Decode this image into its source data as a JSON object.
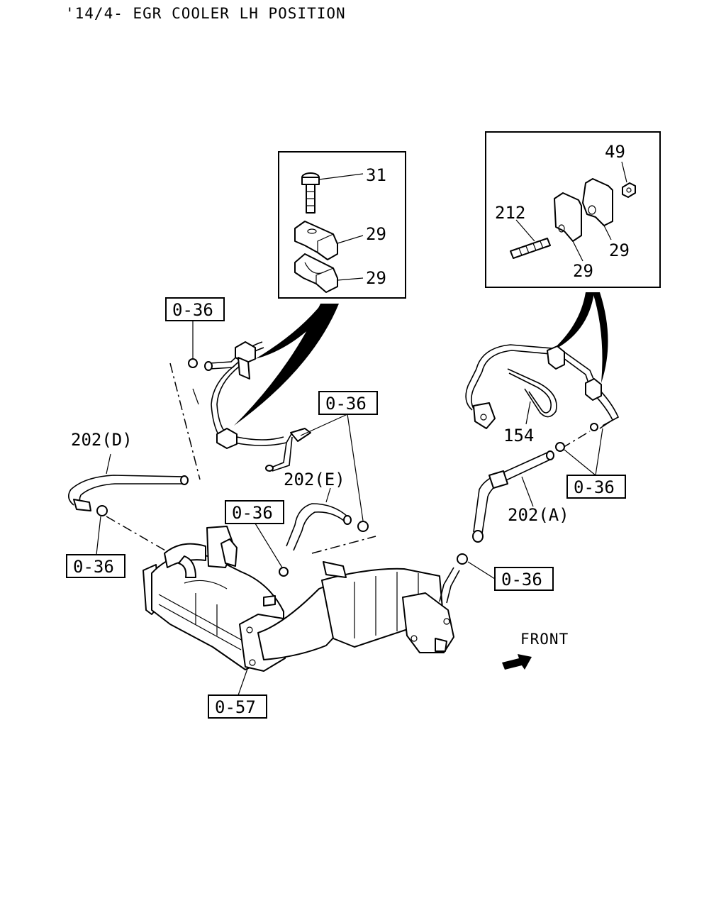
{
  "title": "'14/4- EGR COOLER LH POSITION",
  "direction_label": "FRONT",
  "detail_left": {
    "labels": [
      "31",
      "29",
      "29"
    ]
  },
  "detail_right": {
    "labels": [
      "49",
      "212",
      "29",
      "29"
    ]
  },
  "callouts": {
    "ref_0_36": "0-36",
    "ref_0_57": "0-57",
    "hose_d": "202(D)",
    "hose_e": "202(E)",
    "hose_a": "202(A)",
    "tie": "154"
  }
}
